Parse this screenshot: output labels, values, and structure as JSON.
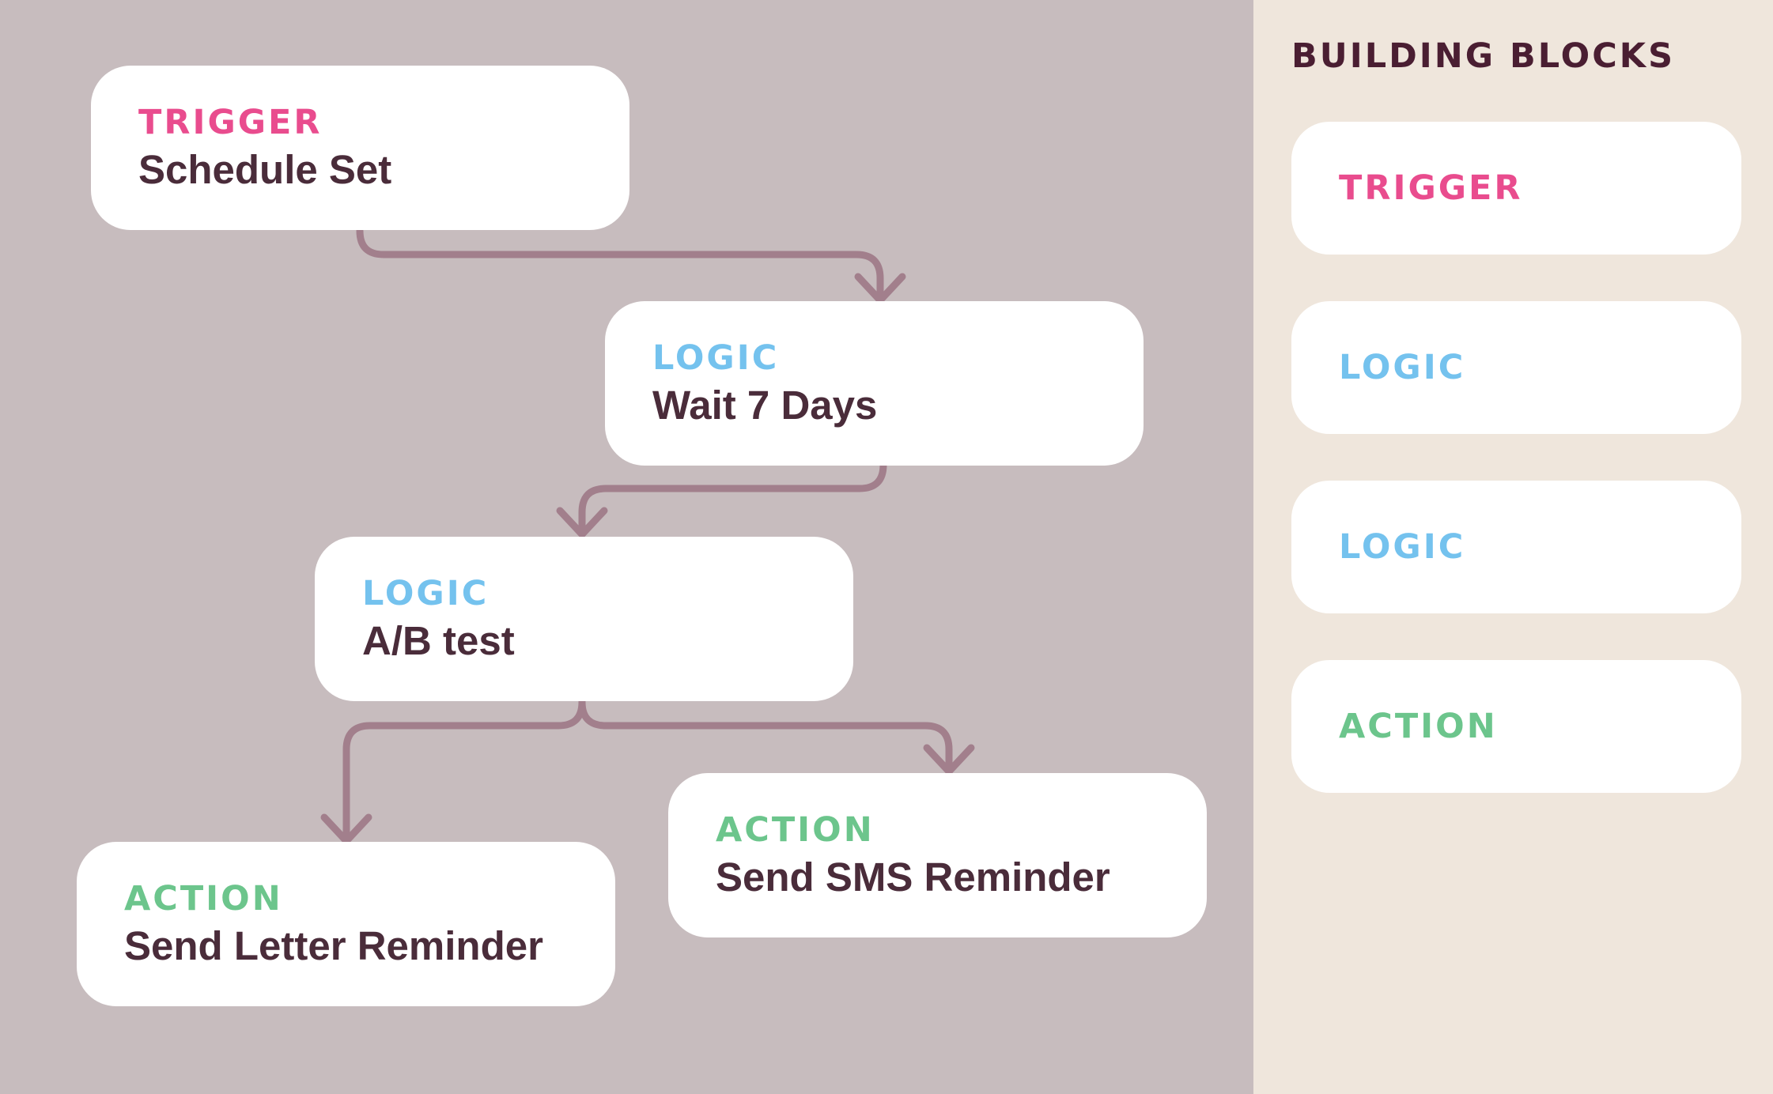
{
  "colors": {
    "trigger": "#e94c8e",
    "logic": "#74c2ee",
    "action": "#6cc58c",
    "title_text": "#4a2c3a",
    "connector": "#a27f8c",
    "canvas_bg": "#c7bcbe",
    "panel_bg": "#efe6dc"
  },
  "flow": {
    "nodes": [
      {
        "kind": "TRIGGER",
        "title": "Schedule Set"
      },
      {
        "kind": "LOGIC",
        "title": "Wait 7 Days"
      },
      {
        "kind": "LOGIC",
        "title": "A/B test"
      },
      {
        "kind": "ACTION",
        "title": "Send SMS Reminder"
      },
      {
        "kind": "ACTION",
        "title": "Send Letter Reminder"
      }
    ]
  },
  "panel": {
    "title": "BUILDING BLOCKS",
    "blocks": [
      {
        "label": "TRIGGER"
      },
      {
        "label": "LOGIC"
      },
      {
        "label": "LOGIC"
      },
      {
        "label": "ACTION"
      }
    ]
  }
}
